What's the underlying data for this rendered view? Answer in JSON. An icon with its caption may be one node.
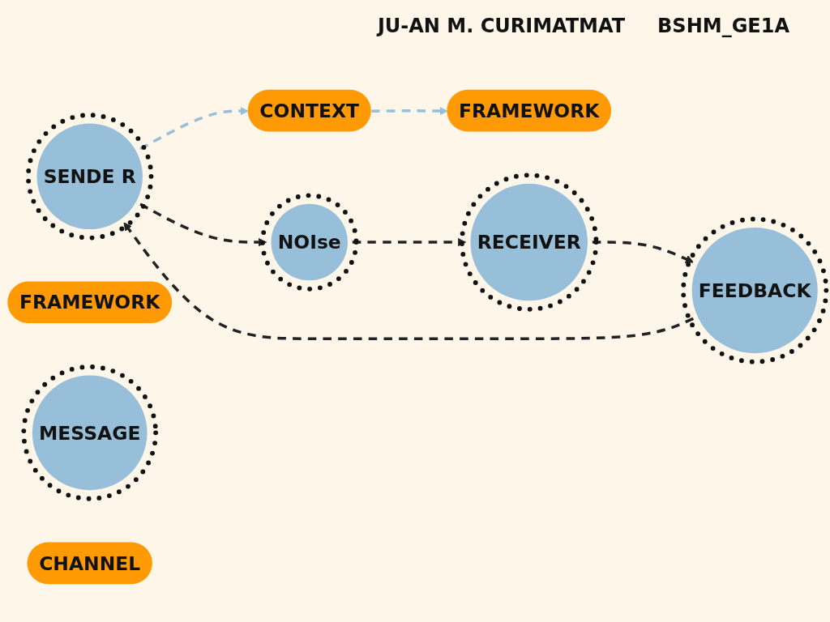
{
  "diagram": {
    "title": "JU-AN M. CURIMATMAT",
    "nodes": [
      {
        "text": [
          "SENDE R"
        ]
      },
      {
        "text": [
          "FRAMEWORK"
        ]
      },
      {
        "text": [
          "FEEDBACK"
        ]
      },
      {
        "text": [
          "MESSAGE"
        ]
      },
      {
        "text": [
          "CONTEXT"
        ]
      },
      {
        "text": [
          "NOIse"
        ]
      },
      {
        "text": [
          "CHANNEL"
        ]
      },
      {
        "text": [
          "FRAMEWORK"
        ]
      },
      {
        "text": [
          "RECEIVER"
        ]
      }
    ],
    "edges": [
      {
        "from": 2,
        "to": 0,
        "arrow": "to",
        "style": "dashed"
      },
      {
        "from": 0,
        "to": 5,
        "arrow": "to",
        "style": "dashed"
      },
      {
        "from": 0,
        "to": 4,
        "arrow": "to",
        "style": "dashed",
        "color": "#97bfd9"
      },
      {
        "from": 4,
        "to": 7,
        "arrow": "to",
        "style": "dashed",
        "color": "#97bfd9"
      },
      {
        "from": 5,
        "to": 8,
        "arrow": "to",
        "style": "dashed"
      },
      {
        "from": 8,
        "to": 2,
        "arrow": "to",
        "style": "dashed"
      }
    ],
    "labels": [
      "BSHM_GE1A"
    ]
  }
}
